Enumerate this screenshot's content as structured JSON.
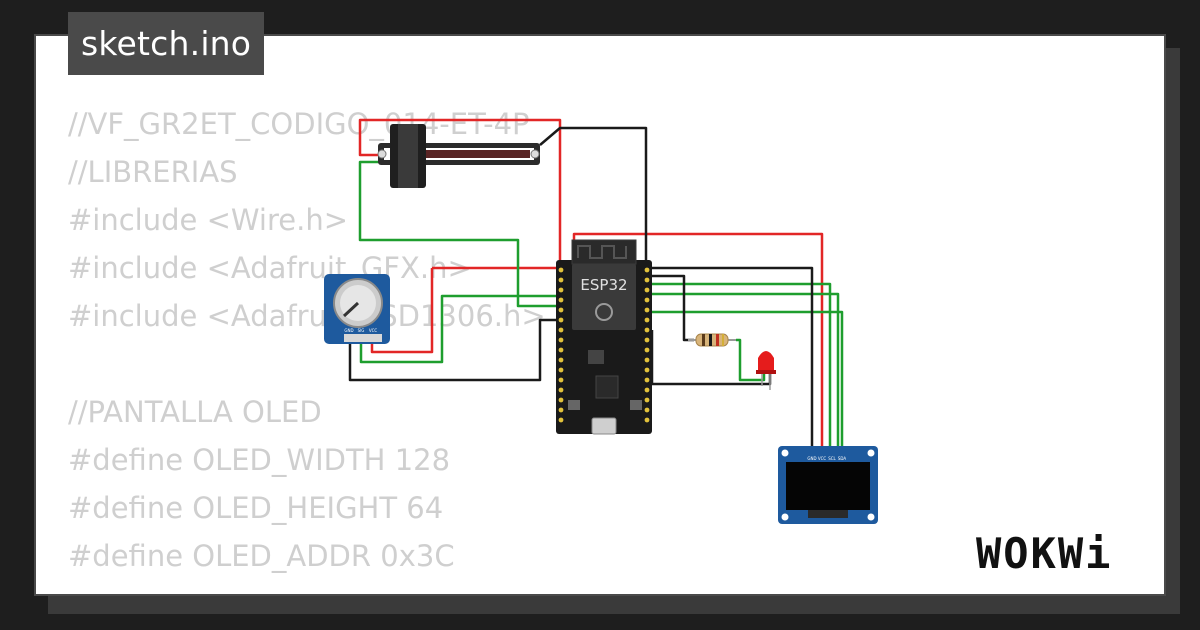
{
  "file_tab": {
    "label": "sketch.ino"
  },
  "code_lines": [
    "//VF_GR2ET_CODIGO_014-ET-4P",
    "//LIBRERIAS",
    "#include <Wire.h>",
    "#include <Adafruit_GFX.h>",
    "#include <Adafruit_SSD1306.h>",
    "",
    "//PANTALLA OLED",
    "#define OLED_WIDTH 128",
    "#define OLED_HEIGHT 64",
    "#define OLED_ADDR 0x3C"
  ],
  "diagram": {
    "esp32_label": "ESP32",
    "oled_pins": [
      "GND",
      "VCC",
      "SCL",
      "SDA"
    ],
    "pot_pins": [
      "GND",
      "SIG",
      "VCC"
    ]
  },
  "brand": {
    "logo_text": "WOKWi"
  },
  "colors": {
    "background": "#1e1e1e",
    "card": "#ffffff",
    "tab": "#4a4a4a",
    "code_text": "#cfcfcf",
    "wire_red": "#e22626",
    "wire_green": "#1e9e2e",
    "wire_black": "#1a1a1a"
  }
}
